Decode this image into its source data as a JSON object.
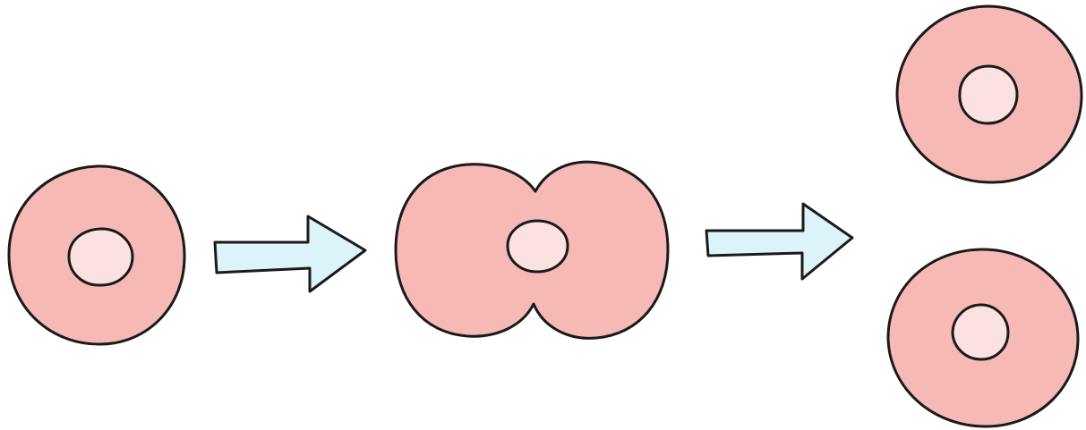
{
  "colors": {
    "cytoplasm": "#f6b9b6",
    "nucleus": "#fbe1df",
    "arrow": "#ddf3fa",
    "outline": "#1a1a1a",
    "background": "#ffffff"
  },
  "stages": [
    {
      "id": "parent-cell",
      "cells": 1
    },
    {
      "id": "dividing-cell",
      "cells": 1
    },
    {
      "id": "daughter-cells",
      "cells": 2
    }
  ],
  "arrows": [
    {
      "from": "parent-cell",
      "to": "dividing-cell"
    },
    {
      "from": "dividing-cell",
      "to": "daughter-cells"
    }
  ]
}
